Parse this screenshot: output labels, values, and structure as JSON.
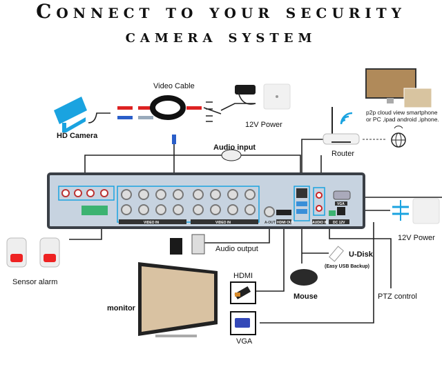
{
  "title": {
    "line1": "Connect to your security",
    "line2": "camera system"
  },
  "labels": {
    "video_cable": "Video Cable",
    "hd_camera": "HD Camera",
    "power_top": "12V Power",
    "audio_input": "Audio input",
    "router": "Router",
    "p2p_line1": "p2p cloud view smartphone",
    "p2p_line2": "or PC ,ipad android ,iphone.",
    "audio_output": "Audio output",
    "sensor_alarm": "Sensor alarm",
    "power_right": "12V Power",
    "udisk": "U-Disk",
    "udisk_note": "(Easy USB Backup)",
    "hdmi": "HDMI",
    "mouse": "Mouse",
    "ptz": "PTZ control",
    "monitor": "monitor",
    "vga": "VGA"
  },
  "panel": {
    "video_in_1": "VIDEO IN",
    "video_in_2": "VIDEO IN",
    "vga": "VGA",
    "hdmi_out": "HDMI OUT",
    "audio_in": "AUDIO IN",
    "dc": "DC 12V",
    "aout": "A-OUT"
  },
  "colors": {
    "accent": "#1aa3e0",
    "panel": "#c7d3e0",
    "panel_border": "#3a3f46"
  }
}
